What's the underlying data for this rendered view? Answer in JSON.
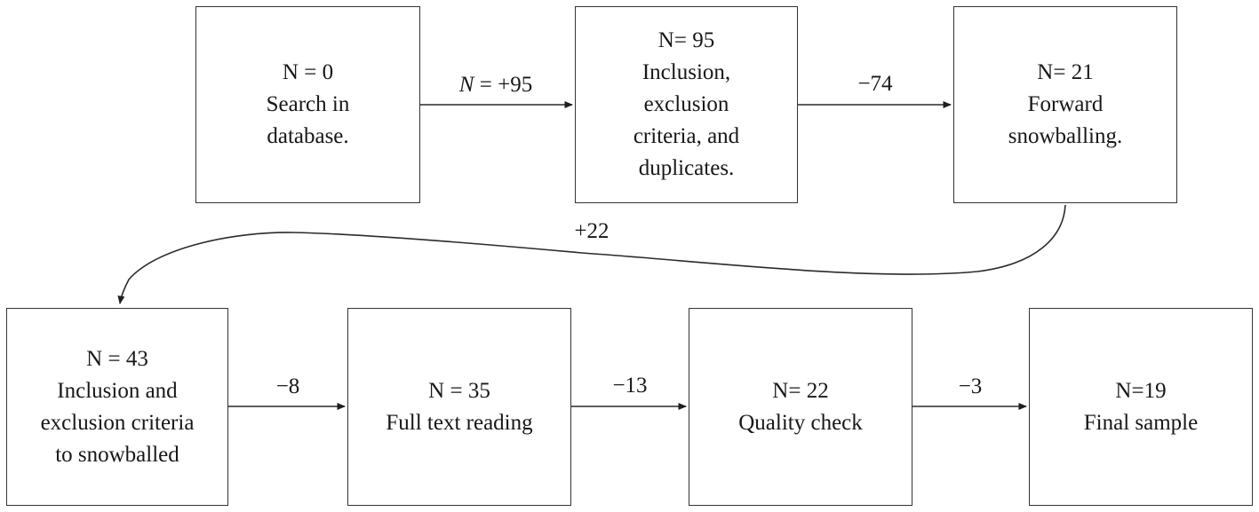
{
  "diagram": {
    "type": "flowchart",
    "nodes": [
      {
        "id": "search-in-database",
        "n": 0,
        "text": "N = 0\nSearch in\ndatabase."
      },
      {
        "id": "inclusion-exclusion-duplicates",
        "n": 95,
        "text": "N= 95\nInclusion,\nexclusion\ncriteria, and\nduplicates."
      },
      {
        "id": "forward-snowballing",
        "n": 21,
        "text": "N= 21\nForward\nsnowballing."
      },
      {
        "id": "criteria-to-snowballed",
        "n": 43,
        "text": "N = 43\nInclusion and\nexclusion criteria\nto snowballed"
      },
      {
        "id": "full-text-reading",
        "n": 35,
        "text": "N = 35\nFull text reading"
      },
      {
        "id": "quality-check",
        "n": 22,
        "text": "N= 22\nQuality check"
      },
      {
        "id": "final-sample",
        "n": 19,
        "text": "N=19\nFinal sample"
      }
    ],
    "edges": [
      {
        "from": "search-in-database",
        "to": "inclusion-exclusion-duplicates",
        "label": "N = +95"
      },
      {
        "from": "inclusion-exclusion-duplicates",
        "to": "forward-snowballing",
        "label": "−74"
      },
      {
        "from": "forward-snowballing",
        "to": "criteria-to-snowballed",
        "label": "+22"
      },
      {
        "from": "criteria-to-snowballed",
        "to": "full-text-reading",
        "label": "−8"
      },
      {
        "from": "full-text-reading",
        "to": "quality-check",
        "label": "−13"
      },
      {
        "from": "quality-check",
        "to": "final-sample",
        "label": "−3"
      }
    ],
    "colors": {
      "stroke": "#2a2a2a",
      "text": "#171717",
      "background": "#ffffff"
    }
  }
}
